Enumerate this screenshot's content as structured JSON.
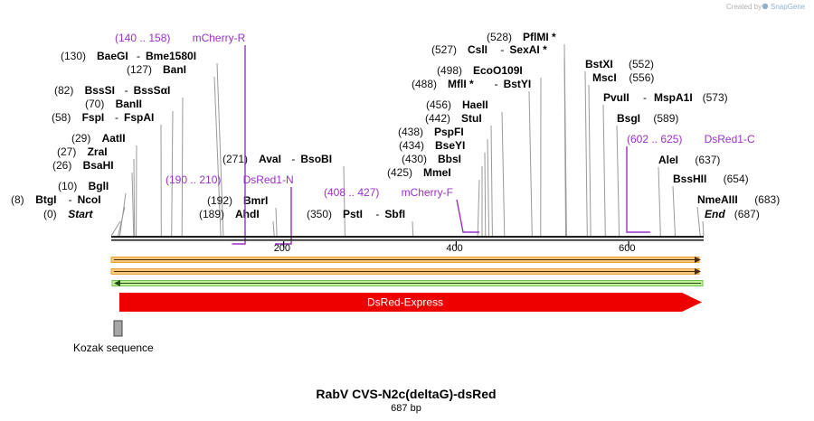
{
  "credit": {
    "prefix": "Created by",
    "brand": "SnapGene"
  },
  "sequence": {
    "title": "RabV CVS-N2c(deltaG)-dsRed",
    "length_label": "687 bp",
    "length": 687,
    "ticks": [
      200,
      400,
      600
    ]
  },
  "colors": {
    "backbone": "#222222",
    "site_line": "#999999",
    "primer": "#9b30c9",
    "orf_orange": "#e8a03a",
    "orf_green": "#6dc24b",
    "feature_red": "#ee0000",
    "kozak": "#a6a6a6"
  },
  "sites": [
    {
      "pos": "(0)",
      "name": "Start",
      "italic": true,
      "bp": 0
    },
    {
      "pos": "(8)",
      "name": "BtgI",
      "name2": "NcoI",
      "bp": 8
    },
    {
      "pos": "(10)",
      "name": "BglI",
      "bp": 10
    },
    {
      "pos": "(26)",
      "name": "BsaHI",
      "bp": 26
    },
    {
      "pos": "(27)",
      "name": "ZraI",
      "bp": 27
    },
    {
      "pos": "(29)",
      "name": "AatII",
      "bp": 29
    },
    {
      "pos": "(58)",
      "name": "FspI",
      "name2": "FspAI",
      "bp": 58
    },
    {
      "pos": "(70)",
      "name": "BanII",
      "bp": 70
    },
    {
      "pos": "(82)",
      "name": "BssSI",
      "name2": "BssSαI",
      "bp": 82
    },
    {
      "pos": "(127)",
      "name": "BanI",
      "bp": 127
    },
    {
      "pos": "(130)",
      "name": "BaeGI",
      "name2": "Bme1580I",
      "bp": 130
    },
    {
      "pos": "(189)",
      "name": "AhdI",
      "bp": 189
    },
    {
      "pos": "(192)",
      "name": "BmrI",
      "bp": 192
    },
    {
      "pos": "(271)",
      "name": "AvaI",
      "name2": "BsoBI",
      "bp": 271
    },
    {
      "pos": "(350)",
      "name": "PstI",
      "name2": "SbfI",
      "bp": 350
    },
    {
      "pos": "(425)",
      "name": "MmeI",
      "bp": 425
    },
    {
      "pos": "(430)",
      "name": "BbsI",
      "bp": 430
    },
    {
      "pos": "(434)",
      "name": "BseYI",
      "bp": 434
    },
    {
      "pos": "(438)",
      "name": "PspFI",
      "bp": 438
    },
    {
      "pos": "(442)",
      "name": "StuI",
      "bp": 442
    },
    {
      "pos": "(456)",
      "name": "HaeII",
      "bp": 456
    },
    {
      "pos": "(488)",
      "name": "MflI *",
      "name2": "BstYI",
      "bp": 488
    },
    {
      "pos": "(498)",
      "name": "EcoO109I",
      "bp": 498
    },
    {
      "pos": "(527)",
      "name": "CslI",
      "name2": "SexAI *",
      "bp": 527
    },
    {
      "pos": "(528)",
      "name": "PflMI *",
      "bp": 528
    },
    {
      "pos": "(552)",
      "name": "BstXI",
      "bp": 552
    },
    {
      "pos": "(556)",
      "name": "MscI",
      "bp": 556
    },
    {
      "pos": "(573)",
      "name": "PvuII",
      "name2": "MspA1I",
      "bp": 573
    },
    {
      "pos": "(589)",
      "name": "BsgI",
      "bp": 589
    },
    {
      "pos": "(637)",
      "name": "AleI",
      "bp": 637
    },
    {
      "pos": "(654)",
      "name": "BssHII",
      "bp": 654
    },
    {
      "pos": "(683)",
      "name": "NmeAIII",
      "bp": 683
    },
    {
      "pos": "(687)",
      "name": "End",
      "italic": true,
      "bp": 687
    }
  ],
  "primers": [
    {
      "range": "(140 .. 158)",
      "name": "mCherry-R",
      "start": 140,
      "end": 158,
      "strand": "reverse"
    },
    {
      "range": "(190 .. 210)",
      "name": "DsRed1-N",
      "start": 190,
      "end": 210,
      "strand": "reverse"
    },
    {
      "range": "(408 .. 427)",
      "name": "mCherry-F",
      "start": 408,
      "end": 427,
      "strand": "forward"
    },
    {
      "range": "(602 .. 625)",
      "name": "DsRed1-C",
      "start": 602,
      "end": 625,
      "strand": "forward"
    }
  ],
  "features": [
    {
      "name": "DsRed-Express",
      "start": 11,
      "end": 687
    },
    {
      "name": "Kozak sequence",
      "start": 1,
      "end": 10
    }
  ]
}
